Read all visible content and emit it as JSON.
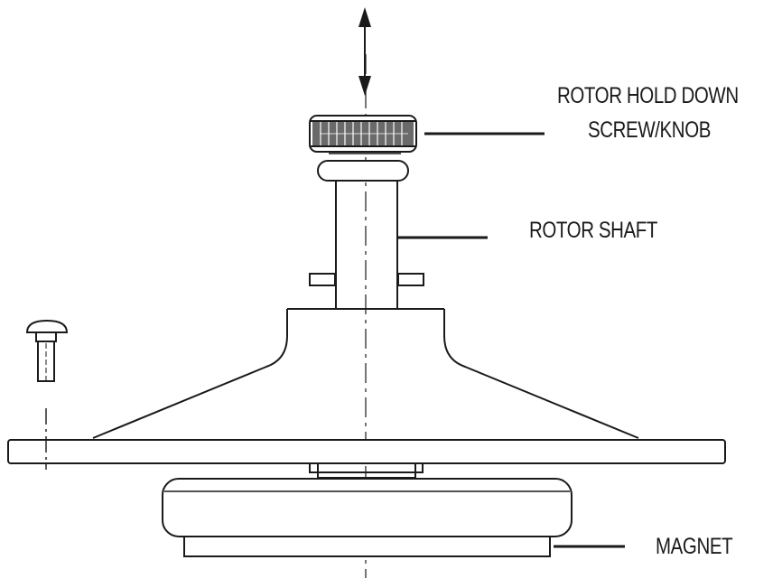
{
  "labels": {
    "hold_down_line1": "ROTOR HOLD DOWN",
    "hold_down_line2": "SCREW/KNOB",
    "rotor_shaft": "ROTOR SHAFT",
    "magnet": "MAGNET"
  },
  "colors": {
    "line": "#1a1a1a",
    "knurl": "#5a5a5a",
    "background": "#ffffff"
  }
}
